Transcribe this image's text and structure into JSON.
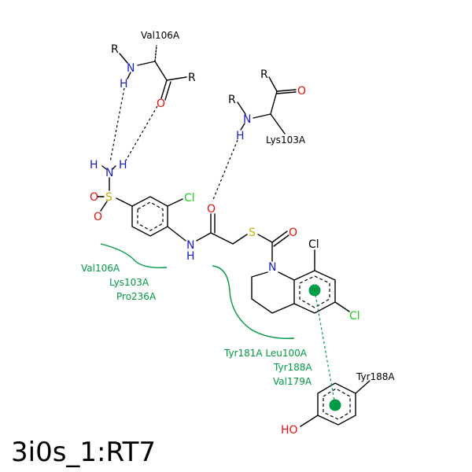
{
  "title": "3i0s_1:RT7",
  "colors": {
    "nitrogen": "#1a1acc",
    "oxygen": "#e01010",
    "sulfur": "#ccaa00",
    "chlorine": "#22cc22",
    "hydrophobic": "#009944",
    "bond": "#000000"
  },
  "residues": {
    "val106": "Val106A",
    "lys103": "Lys103A",
    "tyr188": "Tyr188A"
  },
  "atoms": {
    "r1": "R",
    "n1": "N",
    "h1": "H",
    "r2": "R",
    "o1": "O",
    "r3": "R",
    "o2": "O",
    "r4": "R",
    "n2": "N",
    "h2": "H",
    "h3": "H",
    "n3": "N",
    "h4": "H",
    "s1": "S",
    "o3": "O",
    "o4": "O",
    "cl1": "Cl",
    "n4": "N",
    "h5": "H",
    "o5": "O",
    "s2": "S",
    "o6": "O",
    "n5": "N",
    "cl2": "Cl",
    "cl3": "Cl",
    "ho": "HO"
  },
  "hydrophobic_groups": {
    "left": [
      "Val106A",
      "Lys103A",
      "Pro236A"
    ],
    "right_line1": "Tyr181A Leu100A",
    "right_line2": "Tyr188A",
    "right_line3": "Val179A"
  }
}
